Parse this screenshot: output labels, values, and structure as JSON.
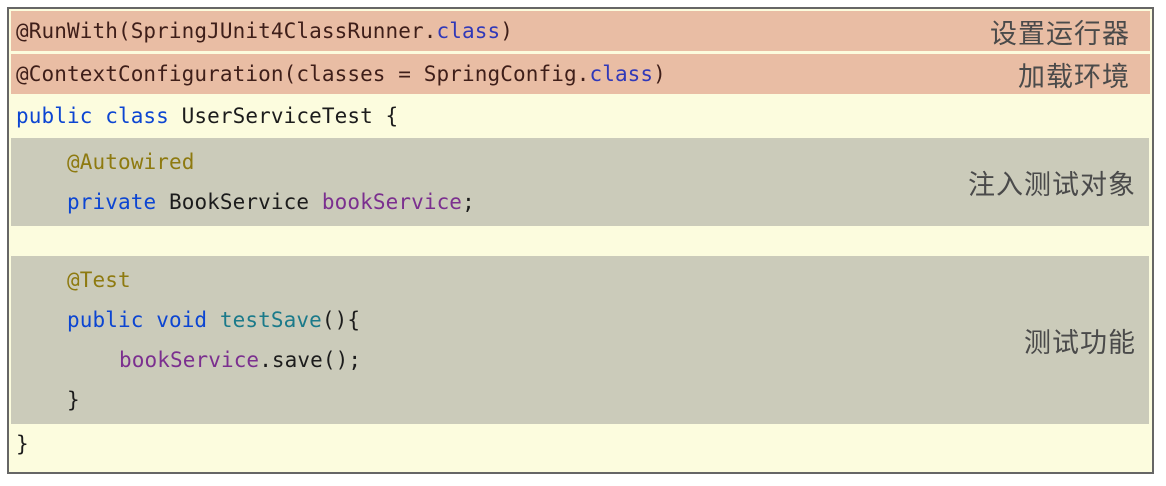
{
  "colors": {
    "page_background": "#FFFFFF",
    "frame_border": "#666666",
    "frame_background": "#FCFCDE",
    "highlight_salmon": "#E9BDA4",
    "highlight_gray": "#CBCBBA",
    "annotation_text": "#4A4A4A",
    "token": {
      "maroon": "#3E1E19",
      "navy": "#3038B8",
      "keyword": "#0C45D2",
      "plain": "#1C1C1C",
      "olive": "#8E7A10",
      "purple": "#7B2F8F",
      "teal": "#1B7A8A"
    }
  },
  "code": {
    "rows": [
      {
        "type": "line",
        "bg": "salmon",
        "indent": 0,
        "height": 40,
        "gap_after": 3,
        "tokens": [
          {
            "t": "@RunWith(SpringJUnit4ClassRunner.",
            "c": "maroon"
          },
          {
            "t": "class",
            "c": "navy"
          },
          {
            "t": ")",
            "c": "maroon"
          }
        ],
        "annotation": "设置运行器"
      },
      {
        "type": "line",
        "bg": "salmon",
        "indent": 0,
        "height": 40,
        "gap_after": 0,
        "tokens": [
          {
            "t": "@ContextConfiguration(classes = SpringConfig.",
            "c": "maroon"
          },
          {
            "t": "class",
            "c": "navy"
          },
          {
            "t": ")",
            "c": "maroon"
          }
        ],
        "annotation": "加载环境"
      },
      {
        "type": "line",
        "bg": "none",
        "indent": 0,
        "height": 44,
        "gap_after": 0,
        "tokens": [
          {
            "t": "public class ",
            "c": "keyword"
          },
          {
            "t": "UserServiceTest {",
            "c": "plain"
          }
        ],
        "annotation": ""
      },
      {
        "type": "block",
        "bg": "gray",
        "annotation": "注入测试对象",
        "lines": [
          {
            "indent": 1,
            "tokens": [
              {
                "t": "@Autowired",
                "c": "olive"
              }
            ]
          },
          {
            "indent": 1,
            "tokens": [
              {
                "t": "private ",
                "c": "keyword"
              },
              {
                "t": "BookService ",
                "c": "plain"
              },
              {
                "t": "bookService",
                "c": "purple"
              },
              {
                "t": ";",
                "c": "plain"
              }
            ]
          }
        ]
      },
      {
        "type": "spacer",
        "height": 30
      },
      {
        "type": "block",
        "bg": "gray",
        "annotation": "测试功能",
        "lines": [
          {
            "indent": 1,
            "tokens": [
              {
                "t": "@Test",
                "c": "olive"
              }
            ]
          },
          {
            "indent": 1,
            "tokens": [
              {
                "t": "public void ",
                "c": "keyword"
              },
              {
                "t": "testSave",
                "c": "teal"
              },
              {
                "t": "(){",
                "c": "plain"
              }
            ]
          },
          {
            "indent": 2,
            "tokens": [
              {
                "t": "bookService",
                "c": "purple"
              },
              {
                "t": ".save();",
                "c": "plain"
              }
            ]
          },
          {
            "indent": 1,
            "tokens": [
              {
                "t": "}",
                "c": "plain"
              }
            ]
          }
        ]
      },
      {
        "type": "line",
        "bg": "none",
        "indent": 0,
        "height": 40,
        "gap_after": 0,
        "tokens": [
          {
            "t": "}",
            "c": "plain"
          }
        ],
        "annotation": ""
      }
    ]
  }
}
